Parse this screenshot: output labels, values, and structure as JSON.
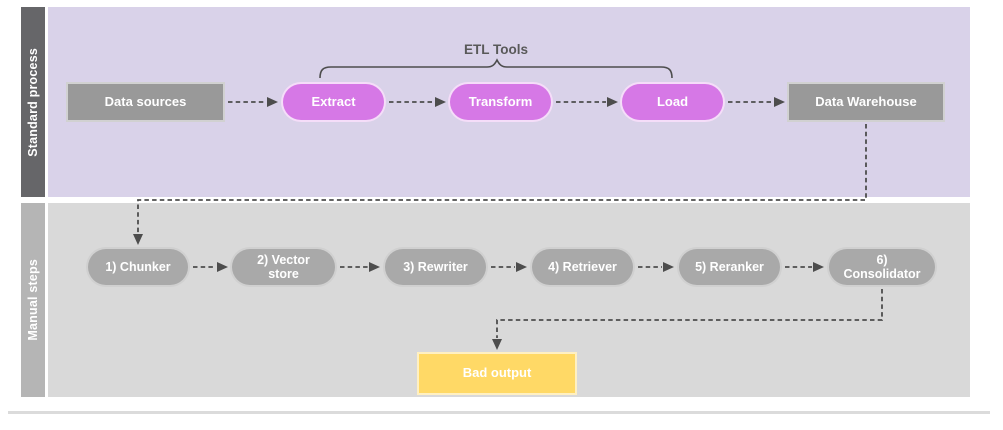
{
  "diagram": {
    "title_annotation": "ETL Tools",
    "lanes": [
      {
        "label": "Standard process"
      },
      {
        "label": "Manual steps"
      }
    ],
    "nodes": {
      "data_sources": {
        "label": "Data sources",
        "shape": "rectangle",
        "color_key": "gray_box"
      },
      "extract": {
        "label": "Extract",
        "shape": "pill",
        "color_key": "magenta_pill"
      },
      "transform": {
        "label": "Transform",
        "shape": "pill",
        "color_key": "magenta_pill"
      },
      "load": {
        "label": "Load",
        "shape": "pill",
        "color_key": "magenta_pill"
      },
      "data_warehouse": {
        "label": "Data Warehouse",
        "shape": "rectangle",
        "color_key": "gray_box"
      },
      "chunker": {
        "label": "1) Chunker",
        "shape": "pill",
        "color_key": "gray_pill"
      },
      "vector_store": {
        "label": "2) Vector store",
        "shape": "pill",
        "color_key": "gray_pill"
      },
      "rewriter": {
        "label": "3) Rewriter",
        "shape": "pill",
        "color_key": "gray_pill"
      },
      "retriever": {
        "label": "4) Retriever",
        "shape": "pill",
        "color_key": "gray_pill"
      },
      "reranker": {
        "label": "5) Reranker",
        "shape": "pill",
        "color_key": "gray_pill"
      },
      "consolidator": {
        "label": "6) Consolidator",
        "shape": "pill",
        "color_key": "gray_pill"
      },
      "bad_output": {
        "label": "Bad output",
        "shape": "rectangle",
        "color_key": "yellow_box"
      }
    },
    "edges": [
      {
        "from": "data_sources",
        "to": "extract",
        "style": "dashed-arrow"
      },
      {
        "from": "extract",
        "to": "transform",
        "style": "dashed-arrow"
      },
      {
        "from": "transform",
        "to": "load",
        "style": "dashed-arrow"
      },
      {
        "from": "load",
        "to": "data_warehouse",
        "style": "dashed-arrow"
      },
      {
        "from": "data_warehouse",
        "to": "chunker",
        "style": "dashed-arrow"
      },
      {
        "from": "chunker",
        "to": "vector_store",
        "style": "dashed-arrow"
      },
      {
        "from": "vector_store",
        "to": "rewriter",
        "style": "dashed-arrow"
      },
      {
        "from": "rewriter",
        "to": "retriever",
        "style": "dashed-arrow"
      },
      {
        "from": "retriever",
        "to": "reranker",
        "style": "dashed-arrow"
      },
      {
        "from": "reranker",
        "to": "consolidator",
        "style": "dashed-arrow"
      },
      {
        "from": "consolidator",
        "to": "bad_output",
        "style": "dashed-arrow"
      }
    ],
    "brace_groups": [
      {
        "label": "ETL Tools",
        "members": [
          "extract",
          "transform",
          "load"
        ]
      }
    ]
  },
  "colors": {
    "lane1_label_bg": "#666669",
    "lane1_bg": "#d9d2e9",
    "lane2_label_bg": "#b5b5b5",
    "lane2_bg": "#d9d9d9",
    "gray_box": "#999999",
    "magenta_pill": "#d678e6",
    "gray_pill": "#a9a9a9",
    "yellow_box": "#ffd966",
    "connector": "#4d4d4d",
    "annotation_text": "#595959",
    "node_text": "#ffffff"
  }
}
